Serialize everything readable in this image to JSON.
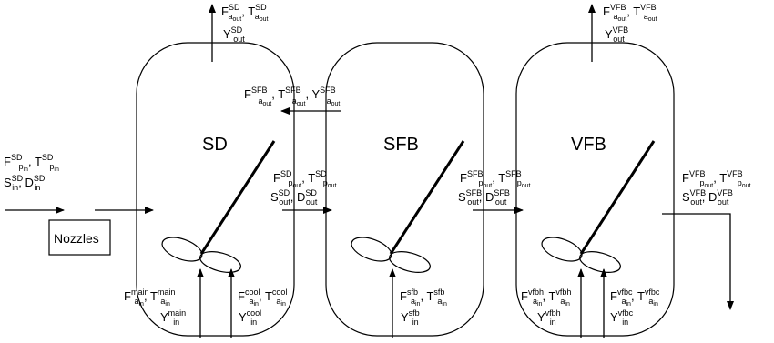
{
  "vessels": {
    "sd": "SD",
    "sfb": "SFB",
    "vfb": "VFB"
  },
  "nozzles": "Nozzles",
  "labels": {
    "sd_gas_out_1": {
      "f": "F",
      "f_sup": "SD",
      "f_sub": "a",
      "f_subsub": "out",
      "t": "T",
      "t_sup": "SD",
      "t_sub": "a",
      "t_subsub": "out"
    },
    "sd_gas_out_2": {
      "y": "Y",
      "y_sup": "SD",
      "y_sub": "out"
    },
    "vfb_gas_out_1": {
      "f": "F",
      "f_sup": "VFB",
      "f_sub": "a",
      "f_subsub": "out",
      "t": "T",
      "t_sup": "VFB",
      "t_sub": "a",
      "t_subsub": "out"
    },
    "vfb_gas_out_2": {
      "y": "Y",
      "y_sup": "VFB",
      "y_sub": "out"
    },
    "sfb_to_sd_1": {
      "f": "F",
      "f_sup": "SFB",
      "f_sub": "a",
      "f_subsub": "out",
      "t": "T",
      "t_sup": "SFB",
      "t_sub": "a",
      "t_subsub": "out",
      "y": "Y",
      "y_sup": "SFB",
      "y_sub": "a",
      "y_subsub": "out"
    },
    "nozzle_in_1": {
      "f": "F",
      "f_sup": "SD",
      "f_sub": "p",
      "f_subsub": "in",
      "t": "T",
      "t_sup": "SD",
      "t_sub": "p",
      "t_subsub": "in"
    },
    "nozzle_in_2": {
      "s": "S",
      "s_sup": "SD",
      "s_sub": "in",
      "d": "D",
      "d_sup": "SD",
      "d_sub": "in"
    },
    "sd_to_sfb_1": {
      "f": "F",
      "f_sup": "SD",
      "f_sub": "p",
      "f_subsub": "out",
      "t": "T",
      "t_sup": "SD",
      "t_sub": "p",
      "t_subsub": "out"
    },
    "sd_to_sfb_2": {
      "s": "S",
      "s_sup": "SD",
      "s_sub": "out",
      "d": "D",
      "d_sup": "SD",
      "d_sub": "out"
    },
    "sfb_to_vfb_1": {
      "f": "F",
      "f_sup": "SFB",
      "f_sub": "p",
      "f_subsub": "out",
      "t": "T",
      "t_sup": "SFB",
      "t_sub": "p",
      "t_subsub": "out"
    },
    "sfb_to_vfb_2": {
      "s": "S",
      "s_sup": "SFB",
      "s_sub": "out",
      "d": "D",
      "d_sup": "SFB",
      "d_sub": "out"
    },
    "vfb_out_1": {
      "f": "F",
      "f_sup": "VFB",
      "f_sub": "p",
      "f_subsub": "out",
      "t": "T",
      "t_sup": "VFB",
      "t_sub": "p",
      "t_subsub": "out"
    },
    "vfb_out_2": {
      "s": "S",
      "s_sup": "VFB",
      "s_sub": "out",
      "d": "D",
      "d_sup": "VFB",
      "d_sub": "out"
    },
    "main_air_1": {
      "f": "F",
      "f_sup": "main",
      "f_sub": "a",
      "f_subsub": "in",
      "t": "T",
      "t_sup": "main",
      "t_sub": "a",
      "t_subsub": "in"
    },
    "main_air_2": {
      "y": "Y",
      "y_sup": "main",
      "y_sub": "in"
    },
    "cool_air_1": {
      "f": "F",
      "f_sup": "cool",
      "f_sub": "a",
      "f_subsub": "in",
      "t": "T",
      "t_sup": "cool",
      "t_sub": "a",
      "t_subsub": "in"
    },
    "cool_air_2": {
      "y": "Y",
      "y_sup": "cool",
      "y_sub": "in"
    },
    "sfb_air_1": {
      "f": "F",
      "f_sup": "sfb",
      "f_sub": "a",
      "f_subsub": "in",
      "t": "T",
      "t_sup": "sfb",
      "t_sub": "a",
      "t_subsub": "in"
    },
    "sfb_air_2": {
      "y": "Y",
      "y_sup": "sfb",
      "y_sub": "in"
    },
    "vfbh_air_1": {
      "f": "F",
      "f_sup": "vfbh",
      "f_sub": "a",
      "f_subsub": "in",
      "t": "T",
      "t_sup": "vfbh",
      "t_sub": "a",
      "t_subsub": "in"
    },
    "vfbh_air_2": {
      "y": "Y",
      "y_sup": "vfbh",
      "y_sub": "in"
    },
    "vfbc_air_1": {
      "f": "F",
      "f_sup": "vfbc",
      "f_sub": "a",
      "f_subsub": "in",
      "t": "T",
      "t_sup": "vfbc",
      "t_sub": "a",
      "t_subsub": "in"
    },
    "vfbc_air_2": {
      "y": "Y",
      "y_sup": "vfbc",
      "y_sub": "in"
    },
    "separator": ", "
  }
}
